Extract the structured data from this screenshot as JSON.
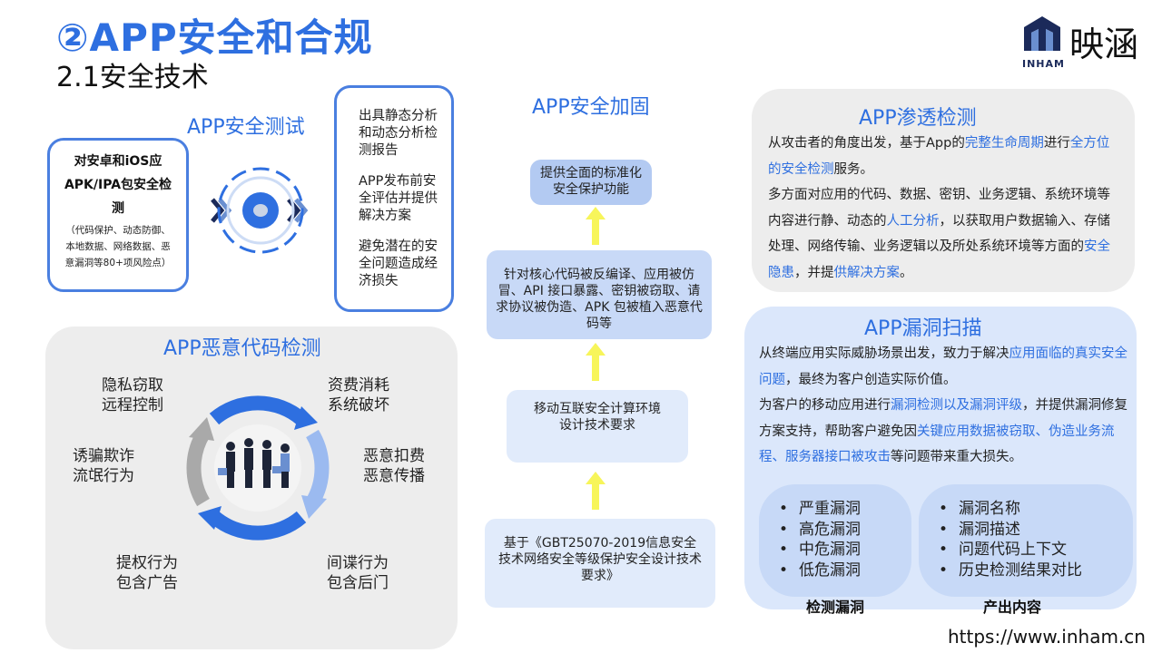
{
  "header": {
    "title": "②APP安全和合规",
    "subtitle": "2.1安全技术"
  },
  "logo": {
    "text": "映涵",
    "sub": "INHAM"
  },
  "testing": {
    "heading": "APP安全测试",
    "card_lines": [
      "对安卓和iOS应",
      "APK/IPA包安全检",
      "测"
    ],
    "card_small": [
      "（代码保护、动态防御、",
      "本地数据、网络数据、恶",
      "意漏洞等80+项风险点）"
    ],
    "outputs": [
      "出具静态分析和动态分析检测报告",
      "APP发布前安全评估并提供解决方案",
      "避免潜在的安全问题造成经济损失"
    ]
  },
  "malware": {
    "heading": "APP恶意代码检测",
    "labels": [
      {
        "l1": "隐私窃取",
        "l2": "远程控制"
      },
      {
        "l1": "资费消耗",
        "l2": "系统破坏"
      },
      {
        "l1": "诱骗欺诈",
        "l2": "流氓行为"
      },
      {
        "l1": "恶意扣费",
        "l2": "恶意传播"
      },
      {
        "l1": "提权行为",
        "l2": "包含广告"
      },
      {
        "l1": "间谍行为",
        "l2": "包含后门"
      }
    ]
  },
  "hardening": {
    "heading": "APP安全加固",
    "step4": "提供全面的标准化安全保护功能",
    "step3": "针对核心代码被反编译、应用被仿冒、API 接口暴露、密钥被窃取、请求协议被伪造、APK 包被植入恶意代码等",
    "step2": "移动互联安全计算环境设计技术要求",
    "step1": "基于《GBT25070-2019信息安全技术网络安全等级保护安全设计技术要求》"
  },
  "pentest": {
    "heading": "APP渗透检测",
    "p1_a": "从攻击者的角度出发，基于App的",
    "p1_h1": "完整生命周期",
    "p1_b": "进行",
    "p1_h2": "全方位的安全检测",
    "p1_c": "服务。",
    "p2_a": "多方面对应用的代码、数据、密钥、业务逻辑、系统环境等内容进行静、动态的",
    "p2_h1": "人工分析",
    "p2_b": "，以获取用户数据输入、存储处理、网络传输、业务逻辑以及所处系统环境等方面的",
    "p2_h2": "安全隐患",
    "p2_c": "，并提",
    "p2_h3": "供解决方案",
    "p2_d": "。"
  },
  "vulnscan": {
    "heading": "APP漏洞扫描",
    "p1_a": "从终端应用实际威胁场景出发，致力于解决",
    "p1_h1": "应用面临的真实安全问题",
    "p1_b": "，最终为客户创造实际价值。",
    "p2_a": "为客户的移动应用进行",
    "p2_h1": "漏洞检测以及漏洞评级",
    "p2_b": "，并提供漏洞修复方案支持，帮助客户避免因",
    "p2_h2": "关键应用数据被窃取、伪造业务流程、服务器接口被攻击",
    "p2_c": "等问题带来重大损失。",
    "detect_items": [
      "严重漏洞",
      "高危漏洞",
      "中危漏洞",
      "低危漏洞"
    ],
    "detect_caption": "检测漏洞",
    "output_items": [
      "漏洞名称",
      "漏洞描述",
      "问题代码上下文",
      "历史检测结果对比"
    ],
    "output_caption": "产出内容"
  },
  "footer": {
    "url": "https://www.inham.cn"
  },
  "colors": {
    "accent": "#2e6fe0",
    "arrow_yellow": "#f7f55a",
    "panel_gray": "#ededed",
    "panel_blue": "#dbe7fb"
  }
}
